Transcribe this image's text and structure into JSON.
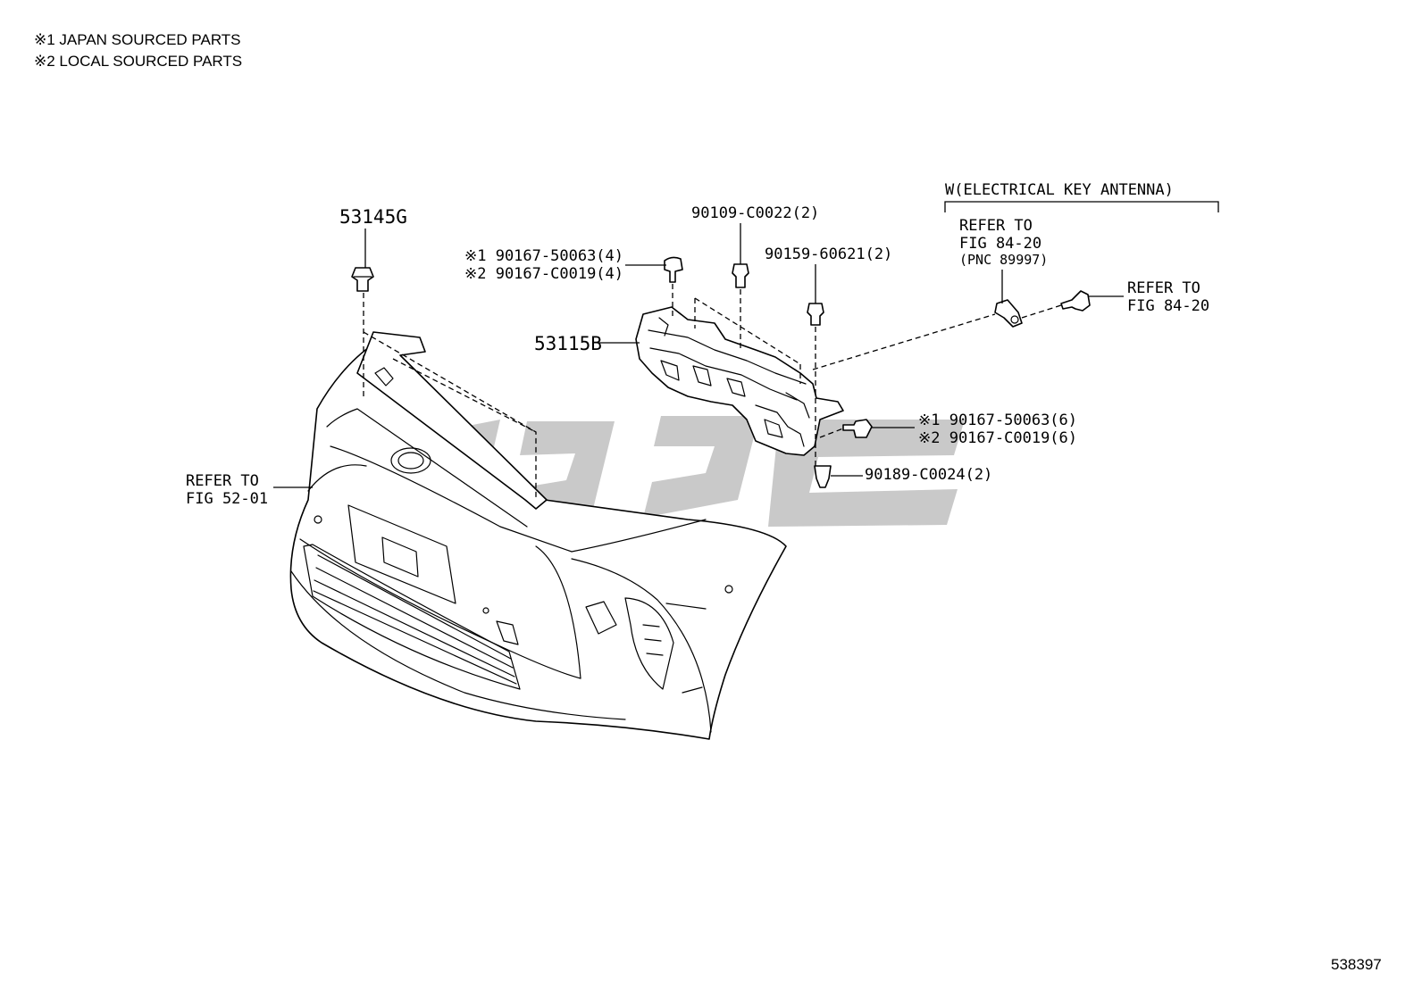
{
  "notes": [
    "※1 JAPAN SOURCED PARTS",
    "※2 LOCAL SOURCED PARTS"
  ],
  "callouts": {
    "p53145g": "53145G",
    "p53115b": "53115B",
    "p90109": "90109-C0022(2)",
    "p90167_top_1": "※1 90167-50063(4)",
    "p90167_top_2": "※2 90167-C0019(4)",
    "p90159": "90159-60621(2)",
    "p90167_mid_1": "※1 90167-50063(6)",
    "p90167_mid_2": "※2 90167-C0019(6)",
    "p90189": "90189-C0024(2)"
  },
  "references": {
    "bumper": [
      "REFER TO",
      "FIG 52-01"
    ],
    "antenna": [
      "REFER TO",
      "FIG 84-20",
      "(PNC 89997)"
    ],
    "screw": [
      "REFER TO",
      "FIG 84-20"
    ]
  },
  "group_label": "W(ELECTRICAL KEY ANTENNA)",
  "figure_id": "538397",
  "watermark_color": "#bfbfbf"
}
